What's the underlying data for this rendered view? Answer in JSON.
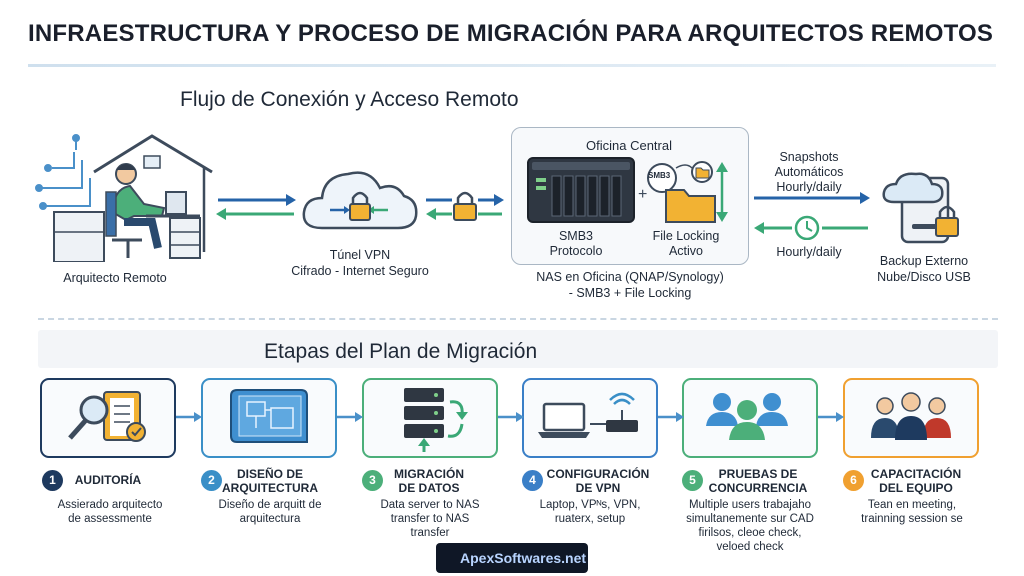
{
  "title": "INFRAESTRUCTURA Y PROCESO DE MIGRACIÓN PARA ARQUITECTOS REMOTOS",
  "flow": {
    "heading": "Flujo de Conexión y Acceso Remoto",
    "architect_label": "Arquitecto Remoto",
    "vpn_label_1": "Túnel VPN",
    "vpn_label_2": "Cifrado - Internet Seguro",
    "office_title": "Oficina Central",
    "smb3_label_1": "SMB3",
    "smb3_label_2": "Protocolo",
    "smb3_badge": "SMB3",
    "locking_label_1": "File Locking",
    "locking_label_2": "Activo",
    "nas_label_1": "NAS en Oficina (QNAP/Synology)",
    "nas_label_2": "- SMB3 + File Locking",
    "snapshots_1": "Snapshots",
    "snapshots_2": "Automáticos",
    "snapshots_3": "Hourly/daily",
    "hourly": "Hourly/daily",
    "backup_1": "Backup Externo",
    "backup_2": "Nube/Disco USB"
  },
  "migration": {
    "heading": "Etapas del Plan de Migración",
    "steps": [
      {
        "num": "1",
        "title_1": "AUDITORÍA",
        "title_2": "",
        "desc_1": "Assierado arquitecto",
        "desc_2": "de assessmente",
        "desc_3": "",
        "color": "#1e3a5f"
      },
      {
        "num": "2",
        "title_1": "DISEÑO DE",
        "title_2": "ARQUITECTURA",
        "desc_1": "Diseño de arquitt de",
        "desc_2": "arquitectura",
        "desc_3": "",
        "color": "#3a8fc7"
      },
      {
        "num": "3",
        "title_1": "MIGRACIÓN",
        "title_2": "DE DATOS",
        "desc_1": "Data server to NAS",
        "desc_2": "transfer to NAS",
        "desc_3": "transfer",
        "color": "#4caf7a"
      },
      {
        "num": "4",
        "title_1": "CONFIGURACIÓN",
        "title_2": "DE VPN",
        "desc_1": "Laptop, VPᴺs, VPN,",
        "desc_2": "ruaterx, setup",
        "desc_3": "",
        "color": "#3a7fc7"
      },
      {
        "num": "5",
        "title_1": "PRUEBAS DE",
        "title_2": "CONCURRENCIA",
        "desc_1": "Multiple users trabajaho",
        "desc_2": "simultanemente sur CAD",
        "desc_3": "firilsos, cleoe check,",
        "desc_4": "veloed check",
        "color": "#4caf7a"
      },
      {
        "num": "6",
        "title_1": "CAPACITACIÓN",
        "title_2": "DEL EQUIPO",
        "desc_1": "Tean en meeting,",
        "desc_2": "trainning session se",
        "desc_3": "",
        "color": "#f0a030"
      }
    ]
  },
  "watermark": "ApexSoftwares.net",
  "icons": [
    "house-icon",
    "architect-icon",
    "cloud-lock-icon",
    "padlock-icon",
    "nas-device-icon",
    "folder-icon",
    "cloud-backup-icon",
    "clock-icon",
    "magnifier-icon",
    "blueprint-icon",
    "server-sync-icon",
    "laptop-router-icon",
    "users-group-icon",
    "team-icon"
  ],
  "colors": {
    "arrow_blue": "#2563a8",
    "arrow_green": "#3aa876",
    "card_1": "#1e3a5f",
    "card_2": "#3a8fc7",
    "card_3": "#4caf7a",
    "card_4": "#3a7fc7",
    "card_5": "#4caf7a",
    "card_6": "#f0a030"
  }
}
